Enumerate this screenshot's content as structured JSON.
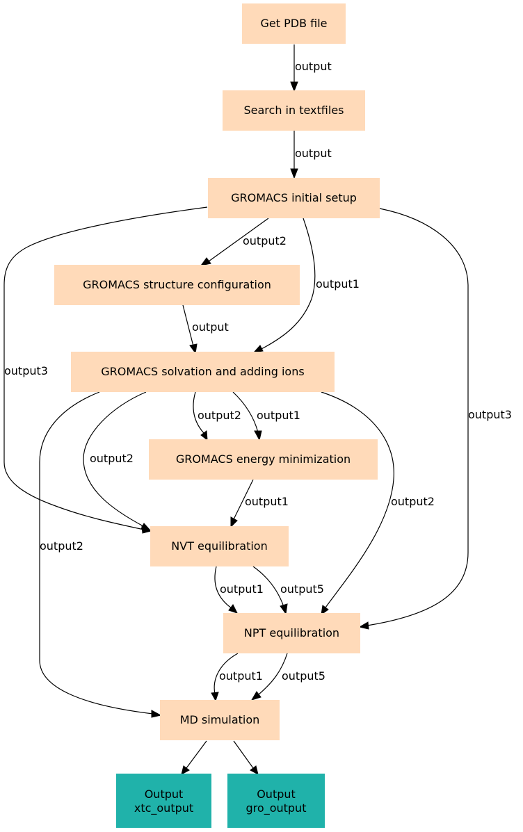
{
  "colors": {
    "step_fill": "#ffdab9",
    "output_fill": "#20b2aa",
    "edge": "#000000",
    "text": "#000000"
  },
  "nodes": {
    "get_pdb": "Get PDB file",
    "search_text": "Search in textfiles",
    "gmx_setup": "GROMACS initial setup",
    "gmx_struct": "GROMACS structure configuration",
    "gmx_solv": "GROMACS solvation and adding ions",
    "gmx_em": "GROMACS energy minimization",
    "nvt": "NVT equilibration",
    "npt": "NPT equilibration",
    "md": "MD simulation",
    "out_xtc": [
      "Output",
      "xtc_output"
    ],
    "out_gro": [
      "Output",
      "gro_output"
    ]
  },
  "edges": {
    "e1": "output",
    "e2": "output",
    "e3": "output2",
    "e4": "output1",
    "e5": "output3",
    "e6": "output3",
    "e7": "output",
    "e8": "output2",
    "e9": "output1",
    "e10": "output2",
    "e11": "output2",
    "e12": "output2",
    "e13": "output1",
    "e14": "output1",
    "e15": "output5",
    "e16": "output1",
    "e17": "output5"
  }
}
